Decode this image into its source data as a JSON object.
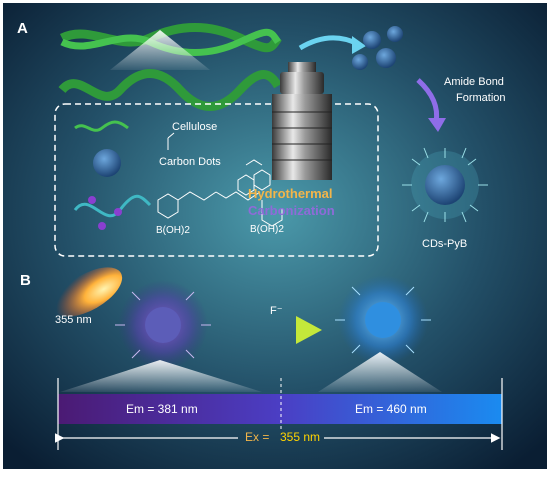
{
  "panels": {
    "a": "A",
    "b": "B"
  },
  "panel_a": {
    "cellulose_label": "Cellulose",
    "carbon_dots_label": "Carbon Dots",
    "hydrothermal": "Hydrothermal",
    "carbonization": "Carbonization",
    "amide_line1": "Amide Bond",
    "amide_line2": "Formation",
    "product_label": "CDs-PyB",
    "chem_text1": "B(OH)2",
    "chem_text2": "B(OH)2"
  },
  "panel_b": {
    "excitation": "355 nm",
    "analyte": "F⁻",
    "em_left": "Em = 381 nm",
    "em_right": "Em = 460 nm",
    "ex_prefix": "Ex = ",
    "ex_value": "355 nm"
  },
  "colors": {
    "background_center": "#3c7f93",
    "background_edge": "#0c2338",
    "cellulose_green": "#2f9a3a",
    "dot_blue": "#2e5f9a",
    "hydrothermal_orange": "#f2b54a",
    "carbonization_purple": "#8e6bd8",
    "bar_start": "#4b1a73",
    "bar_end": "#1a86ee",
    "ex_yellow": "#ffd400"
  }
}
